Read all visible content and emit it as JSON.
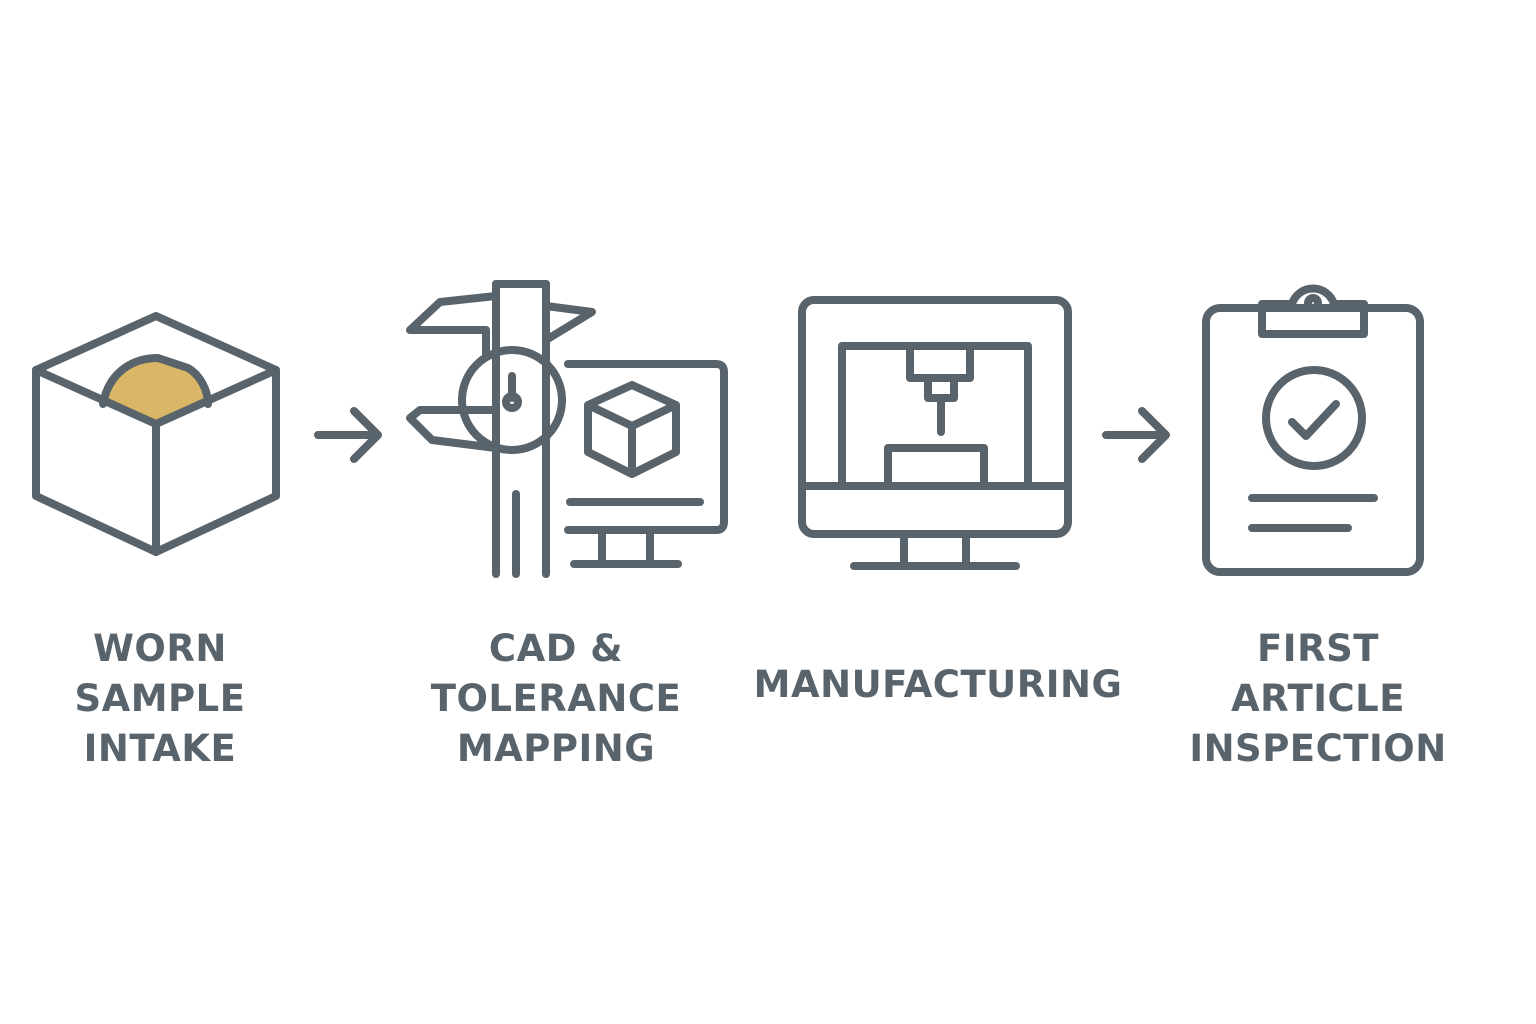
{
  "colors": {
    "stroke": "#59636b",
    "accent": "#d9b766",
    "background": "#ffffff"
  },
  "steps": [
    {
      "icon": "open-box-with-part-icon",
      "lines": [
        "WORN",
        "SAMPLE",
        "INTAKE"
      ]
    },
    {
      "icon": "caliper-and-cad-monitor-icon",
      "lines": [
        "CAD &",
        "TOLERANCE",
        "MAPPING"
      ]
    },
    {
      "icon": "cnc-machine-monitor-icon",
      "lines": [
        "MANUFACTURING"
      ]
    },
    {
      "icon": "clipboard-checkmark-icon",
      "lines": [
        "FIRST",
        "ARTICLE",
        "INSPECTION"
      ]
    }
  ],
  "arrows": [
    "arrow-right-icon",
    "arrow-right-icon"
  ]
}
